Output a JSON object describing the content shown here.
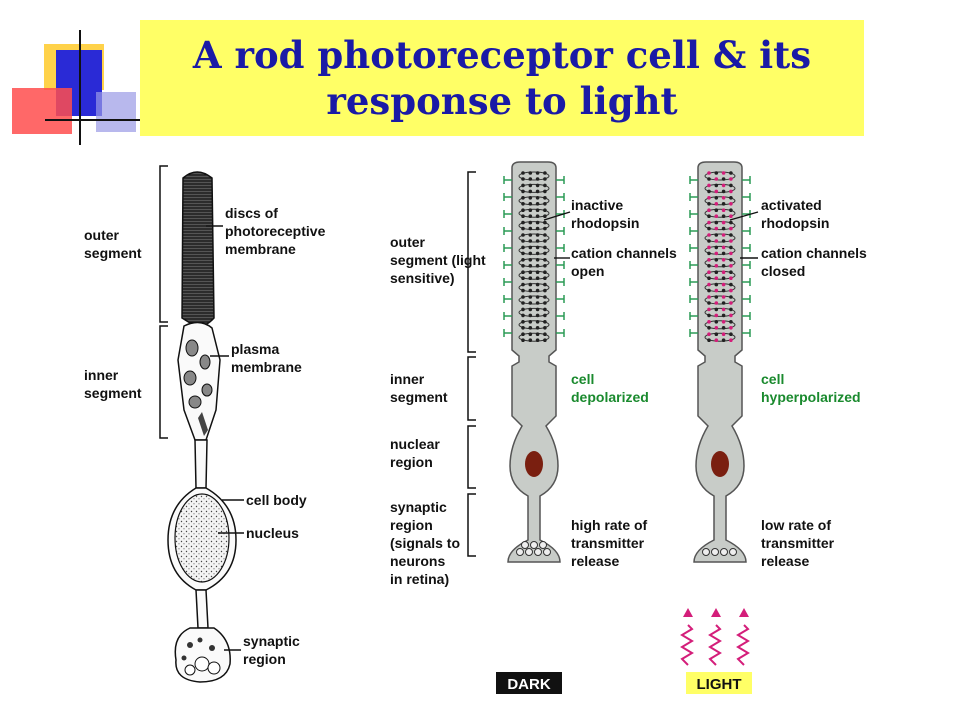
{
  "title": {
    "line1": "A rod photoreceptor cell & its",
    "line2": "response to light"
  },
  "colors": {
    "title_bg": "#ffff66",
    "title_text": "#1a1aa6",
    "cell_fill": "#c8ccc8",
    "nucleus": "#7a1f10",
    "rhodopsin_active": "#d41e7a",
    "channel": "#2a9a55",
    "green_text": "#1a8a2e"
  },
  "left_diagram": {
    "bracket_labels": {
      "outer": [
        "outer",
        "segment"
      ],
      "inner": [
        "inner",
        "segment"
      ]
    },
    "pointer_labels": {
      "discs": [
        "discs of",
        "photoreceptive",
        "membrane"
      ],
      "plasma": [
        "plasma",
        "membrane"
      ],
      "cell_body": "cell body",
      "nucleus": "nucleus",
      "synaptic": [
        "synaptic",
        "region"
      ]
    }
  },
  "right_diagram": {
    "region_labels": {
      "outer": [
        "outer",
        "segment (light",
        "sensitive)"
      ],
      "inner": [
        "inner",
        "segment"
      ],
      "nuclear": [
        "nuclear",
        "region"
      ],
      "synaptic": [
        "synaptic",
        "region",
        "(signals to",
        "neurons",
        "in retina)"
      ]
    },
    "dark": {
      "rhodopsin": [
        "inactive",
        "rhodopsin"
      ],
      "channels": [
        "cation channels",
        "open"
      ],
      "cell_state": [
        "cell",
        "depolarized"
      ],
      "transmitter": [
        "high rate of",
        "transmitter",
        "release"
      ],
      "badge": "DARK"
    },
    "light": {
      "rhodopsin": [
        "activated",
        "rhodopsin"
      ],
      "channels": [
        "cation channels",
        "closed"
      ],
      "cell_state": [
        "cell",
        "hyperpolarized"
      ],
      "transmitter": [
        "low rate of",
        "transmitter",
        "release"
      ],
      "badge": "LIGHT"
    }
  }
}
